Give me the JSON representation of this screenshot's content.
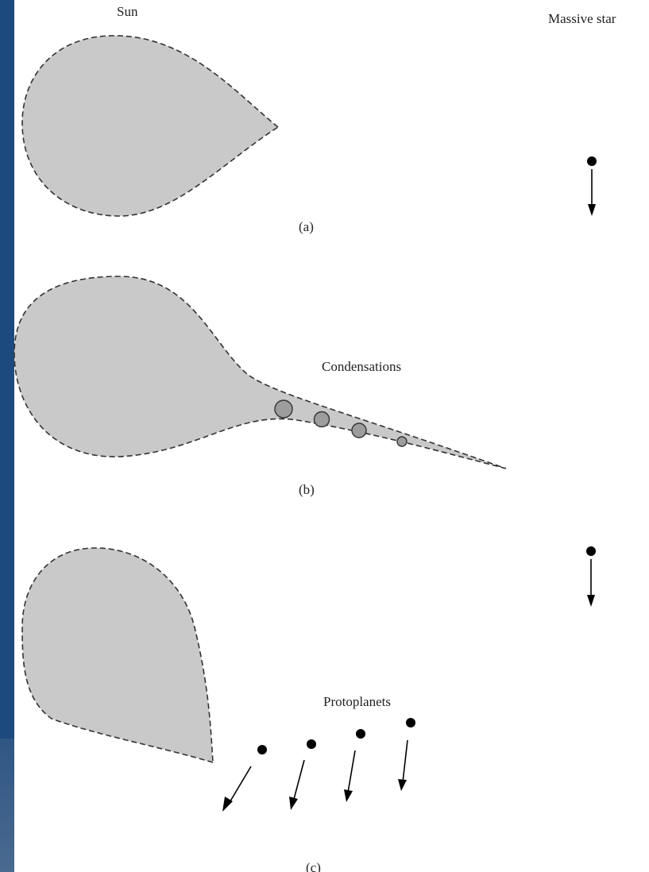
{
  "labels": {
    "sun": "Sun",
    "massive_star": "Massive star",
    "condensations": "Condensations",
    "protoplanets": "Protoplanets",
    "panel_a": "(a)",
    "panel_b": "(b)",
    "panel_c": "(c)"
  },
  "colors": {
    "page_background": "#1d4a7e",
    "paper": "#ffffff",
    "cloud_fill": "#c9c9c9",
    "condensation_fill": "#9d9d9d",
    "ink": "#000000"
  }
}
